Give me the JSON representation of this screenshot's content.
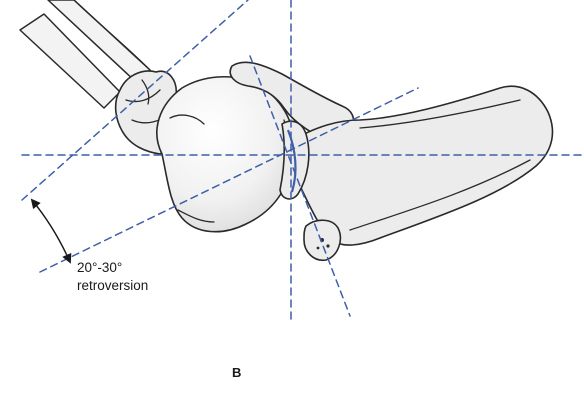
{
  "figure": {
    "angle_label_line1": "20°-30°",
    "angle_label_line2": "retroversion",
    "panel_letter": "B"
  },
  "colors": {
    "axis_lines": "#3f5fa8",
    "bone_fill": "#ececec",
    "outline": "#2a2a2a"
  }
}
